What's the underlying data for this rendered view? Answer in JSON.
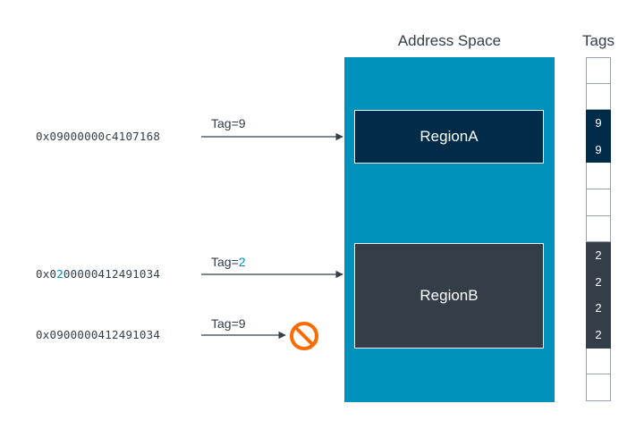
{
  "address_space": {
    "title": "Address Space"
  },
  "tags": {
    "title": "Tags",
    "cells": [
      "",
      "",
      "9",
      "9",
      "",
      "",
      "",
      "2",
      "2",
      "2",
      "2",
      "",
      ""
    ]
  },
  "regions": {
    "a": "RegionA",
    "b": "RegionB"
  },
  "pointers": [
    {
      "prefix": "0x0",
      "tag_digit": "9",
      "rest": "000000c4107168",
      "tag_text": "Tag=",
      "tag_value": "9"
    },
    {
      "prefix": "0x0",
      "tag_digit": "2",
      "rest": "00000412491034",
      "tag_text": "Tag=",
      "tag_value": "2"
    },
    {
      "prefix": "0x0",
      "tag_digit": "9",
      "rest": "00000412491034",
      "tag_text": "Tag=",
      "tag_value": "9"
    }
  ],
  "colors": {
    "accent": "#0091bd",
    "region_a": "#002b49",
    "region_b": "#333e48",
    "forbidden": "#ff6b00"
  },
  "icons": {
    "forbidden": "no-entry-icon"
  }
}
